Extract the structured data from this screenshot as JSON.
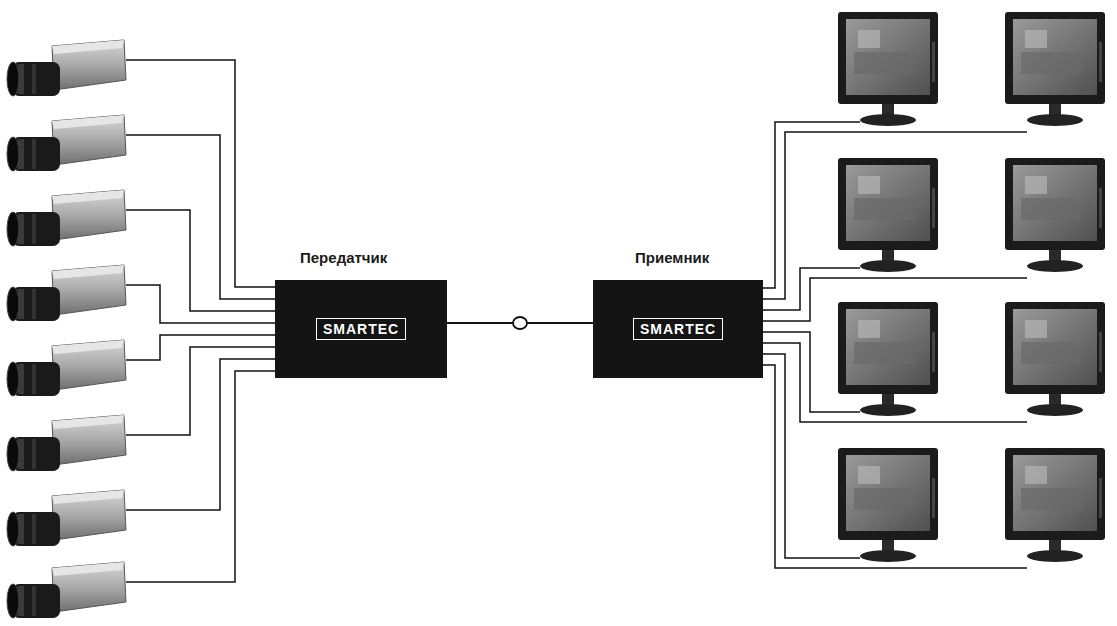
{
  "diagram": {
    "nodes": [
      {
        "text": [
          "Передатчик",
          "SMARTEC"
        ]
      },
      {
        "text": [
          "Приемник",
          "SMARTEC"
        ]
      }
    ],
    "edges": [
      {
        "from": 0,
        "to": 1,
        "arrow": "none"
      }
    ]
  }
}
